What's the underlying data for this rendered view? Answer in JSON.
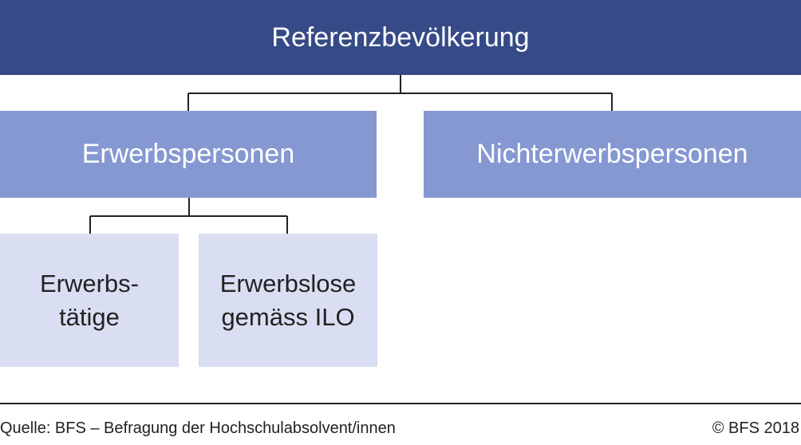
{
  "diagram": {
    "root": {
      "label": "Referenzbevölkerung"
    },
    "level2": [
      {
        "label": "Erwerbspersonen"
      },
      {
        "label": "Nichterwerbspersonen"
      }
    ],
    "level3": [
      {
        "label": "Erwerbs-\ntätige"
      },
      {
        "label": "Erwerbslose\ngemäss ILO"
      }
    ]
  },
  "footer": {
    "source": "Quelle: BFS – Befragung der Hochschulabsolvent/innen",
    "copyright": "© BFS 2018"
  },
  "colors": {
    "root_fill": "#364a87",
    "level2_fill": "#8598d2",
    "level3_fill": "#d9def2",
    "line": "#222222"
  }
}
